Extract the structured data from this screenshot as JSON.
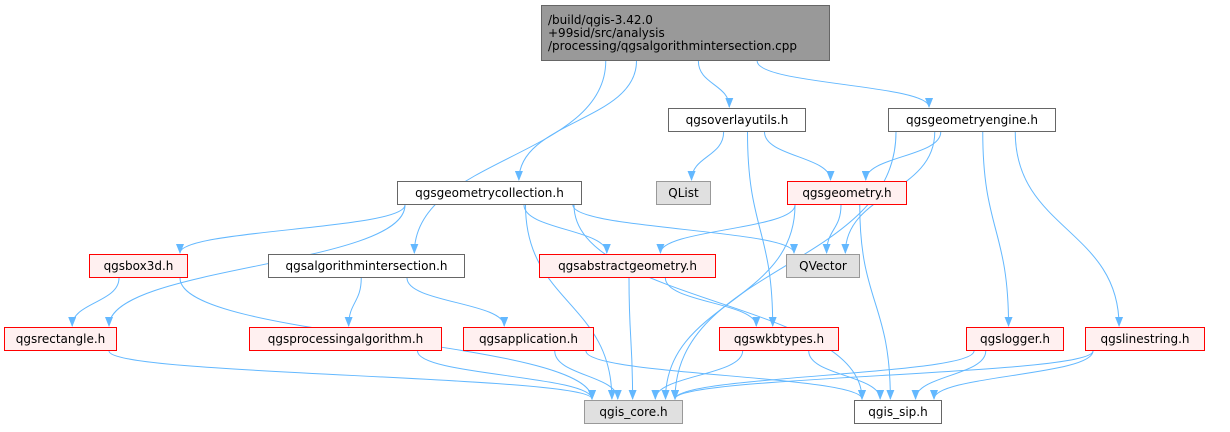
{
  "graph": {
    "title": "/build/qgis-3.42.0\n+99sid/src/analysis\n/processing/qgsalgorithmintersection.cpp",
    "edge_color": "#63b8ff",
    "nodes": {
      "root": "/build/qgis-3.42.0\n+99sid/src/analysis\n/processing/qgsalgorithmintersection.cpp",
      "overlayutils": "qgsoverlayutils.h",
      "geometryengine": "qgsgeometryengine.h",
      "geometrycollection": "qgsgeometrycollection.h",
      "qlist": "QList",
      "geometry": "qgsgeometry.h",
      "box3d": "qgsbox3d.h",
      "algintersection": "qgsalgorithmintersection.h",
      "abstractgeometry": "qgsabstractgeometry.h",
      "qvector": "QVector",
      "rectangle": "qgsrectangle.h",
      "processingalgorithm": "qgsprocessingalgorithm.h",
      "application": "qgsapplication.h",
      "wkbtypes": "qgswkbtypes.h",
      "logger": "qgslogger.h",
      "linestring": "qgslinestring.h",
      "core": "qgis_core.h",
      "sip": "qgis_sip.h"
    },
    "edges": [
      [
        "root",
        "overlayutils"
      ],
      [
        "root",
        "geometryengine"
      ],
      [
        "root",
        "geometrycollection"
      ],
      [
        "root",
        "algintersection"
      ],
      [
        "overlayutils",
        "qlist"
      ],
      [
        "overlayutils",
        "geometry"
      ],
      [
        "overlayutils",
        "wkbtypes"
      ],
      [
        "geometryengine",
        "geometry"
      ],
      [
        "geometryengine",
        "qvector"
      ],
      [
        "geometryengine",
        "logger"
      ],
      [
        "geometryengine",
        "linestring"
      ],
      [
        "geometryengine",
        "core"
      ],
      [
        "geometrycollection",
        "box3d"
      ],
      [
        "geometrycollection",
        "abstractgeometry"
      ],
      [
        "geometrycollection",
        "qvector"
      ],
      [
        "geometrycollection",
        "rectangle"
      ],
      [
        "geometrycollection",
        "core"
      ],
      [
        "geometrycollection",
        "sip"
      ],
      [
        "geometry",
        "abstractgeometry"
      ],
      [
        "geometry",
        "qvector"
      ],
      [
        "geometry",
        "core"
      ],
      [
        "geometry",
        "sip"
      ],
      [
        "box3d",
        "rectangle"
      ],
      [
        "box3d",
        "core"
      ],
      [
        "algintersection",
        "processingalgorithm"
      ],
      [
        "algintersection",
        "application"
      ],
      [
        "abstractgeometry",
        "wkbtypes"
      ],
      [
        "abstractgeometry",
        "core"
      ],
      [
        "rectangle",
        "core"
      ],
      [
        "processingalgorithm",
        "core"
      ],
      [
        "application",
        "core"
      ],
      [
        "application",
        "sip"
      ],
      [
        "wkbtypes",
        "core"
      ],
      [
        "wkbtypes",
        "sip"
      ],
      [
        "logger",
        "core"
      ],
      [
        "logger",
        "sip"
      ],
      [
        "linestring",
        "core"
      ],
      [
        "linestring",
        "sip"
      ]
    ]
  }
}
